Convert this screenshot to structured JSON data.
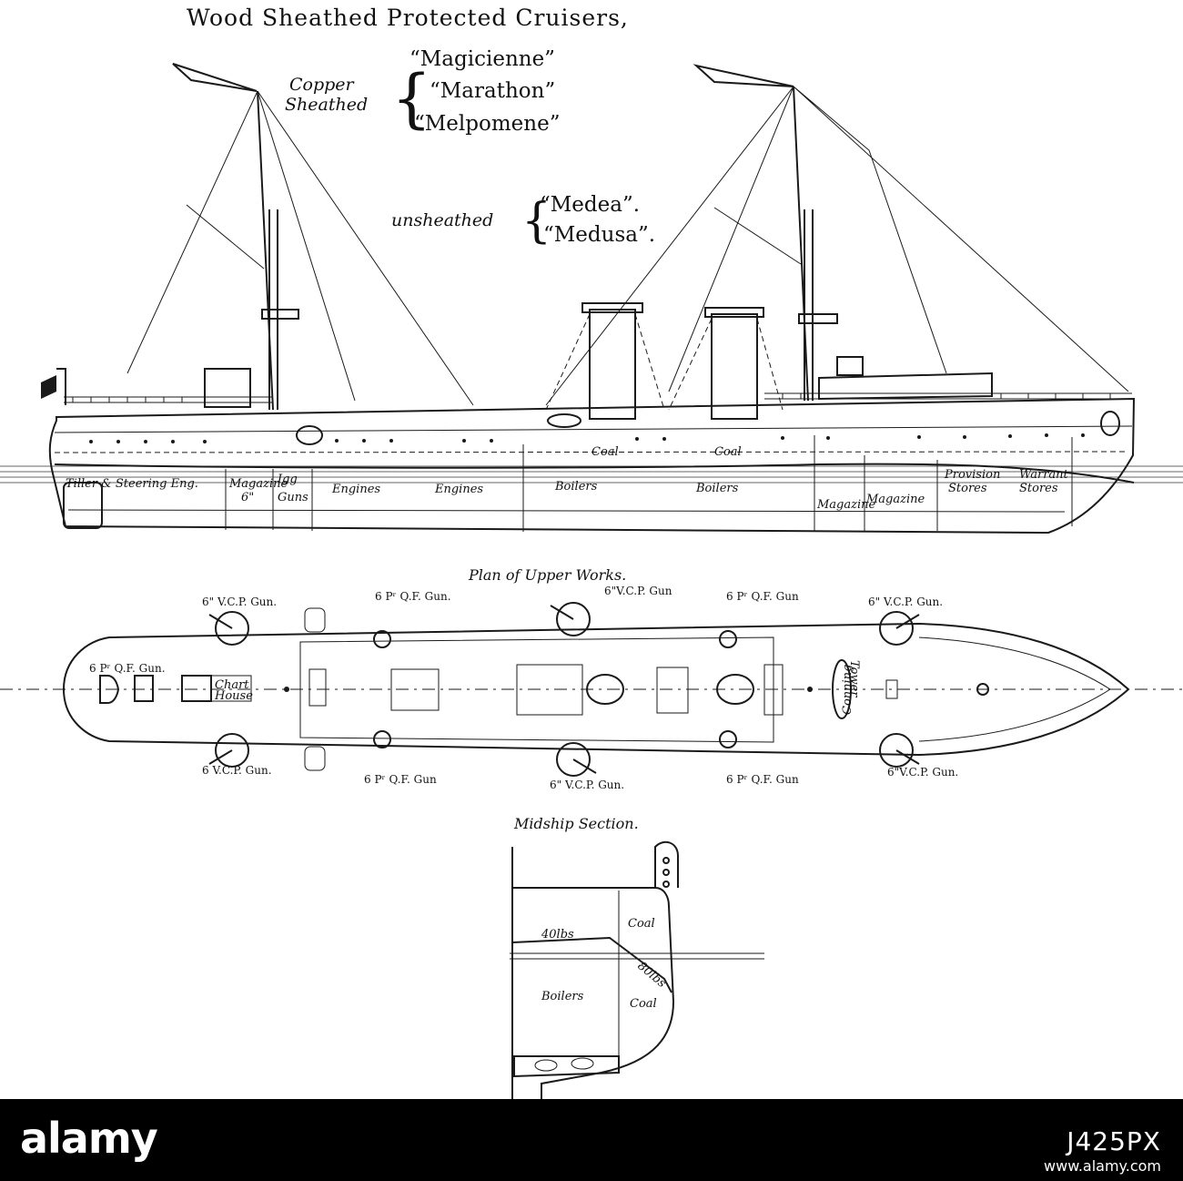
{
  "title": "Wood Sheathed Protected Cruisers,",
  "copper_sheathed": {
    "label_line1": "Copper",
    "label_line2": "Sheathed",
    "ships": [
      "“Magicienne”",
      "“Marathon”",
      "“Melpomene”"
    ]
  },
  "unsheathed": {
    "label": "unsheathed",
    "ships": [
      "“Medea”.",
      "“Medusa”."
    ]
  },
  "profile": {
    "coal_labels": [
      "Coal",
      "Coal"
    ],
    "compartments": [
      "Tiller & Steering Eng.",
      "Magazine",
      "6\"",
      "Igg",
      "Guns",
      "Engines",
      "Engines",
      "Boilers",
      "Boilers",
      "Magazine",
      "Magazine",
      "Provision",
      "Stores",
      "Warrant",
      "Stores"
    ]
  },
  "plan": {
    "title": "Plan of Upper Works.",
    "gun_labels_top": [
      "6\" V.C.P. Gun.",
      "6 Pʳ Q.F. Gun.",
      "6\"V.C.P. Gun",
      "6 Pʳ Q.F. Gun",
      "6\" V.C.P. Gun."
    ],
    "gun_labels_bottom": [
      "6 V.C.P. Gun.",
      "6 Pʳ Q.F. Gun",
      "6\" V.C.P. Gun.",
      "6 Pʳ Q.F. Gun",
      "6\"V.C.P. Gun."
    ],
    "forward_gun": "6 Pʳ Q.F. Gun.",
    "chart_house": [
      "Chart",
      "House"
    ],
    "conning_tower": [
      "Conning",
      "Tower"
    ]
  },
  "midship": {
    "title": "Midship Section.",
    "labels": [
      "Coal",
      "40lbs",
      "80lbs",
      "Boilers",
      "Coal"
    ]
  },
  "footer": {
    "logo": "alamy",
    "image_id": "J425PX",
    "url": "www.alamy.com"
  }
}
